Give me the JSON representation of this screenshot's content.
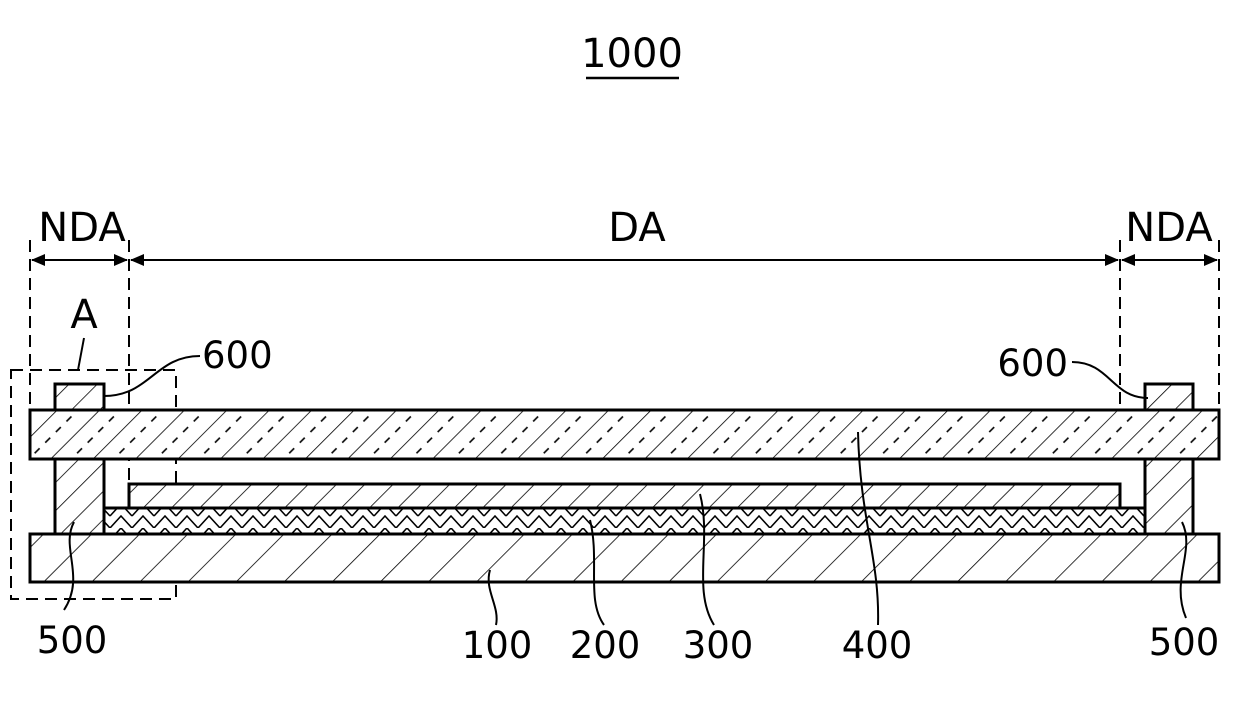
{
  "figure": {
    "title": "1000",
    "regions": {
      "nda_left": "NDA",
      "da": "DA",
      "nda_right": "NDA"
    },
    "detail_label": "A",
    "labels": {
      "layer_100": "100",
      "layer_200": "200",
      "layer_300": "300",
      "layer_400": "400",
      "sealant_left": "500",
      "sealant_right": "500",
      "spacer_left": "600",
      "spacer_right": "600"
    }
  }
}
